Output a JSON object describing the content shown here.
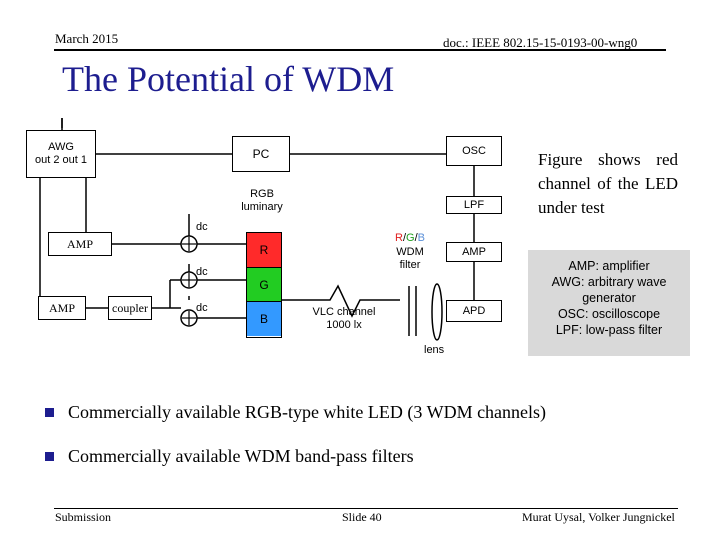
{
  "header": {
    "date": "March 2015",
    "doc": "doc.: IEEE 802.15-15-0193-00-wng0"
  },
  "title": "The Potential of WDM",
  "diagram": {
    "awg": "AWG\nout 2  out 1",
    "pc": "PC",
    "osc": "OSC",
    "rgb_luminary": "RGB\nluminary",
    "lpf": "LPF",
    "amp_left": "AMP",
    "amp_left2": "AMP",
    "amp_right": "AMP",
    "coupler": "coupler",
    "apd": "APD",
    "led_r": "R",
    "led_g": "G",
    "led_b": "B",
    "dc1": "dc",
    "dc2": "dc",
    "dc3": "dc",
    "filter_r": "R",
    "filter_slash1": "/",
    "filter_g": "G",
    "filter_slash2": "/",
    "filter_b": "B",
    "wdm_filter": "WDM\nfilter",
    "vlc_channel": "VLC channel\n1000 lx",
    "lens": "lens",
    "colors": {
      "red": "#ff2a2a",
      "green": "#22cc22",
      "blue": "#3399ff",
      "filter_red": "#e02020",
      "filter_green": "#20a020",
      "filter_blue": "#5a8fd8"
    }
  },
  "caption": "Figure shows red channel of the LED under test",
  "legend": {
    "line1": "AMP: amplifier",
    "line2": "AWG: arbitrary wave",
    "line3": "generator",
    "line4": "OSC: oscilloscope",
    "line5": "LPF: low-pass filter"
  },
  "bullets": [
    "Commercially available RGB-type white LED (3 WDM channels)",
    "Commercially available WDM band-pass filters"
  ],
  "footer": {
    "left": "Submission",
    "center": "Slide 40",
    "right": "Murat Uysal, Volker Jungnickel"
  },
  "theme": {
    "title_color": "#1d1d8f",
    "legend_bg": "#d9d9d9"
  }
}
